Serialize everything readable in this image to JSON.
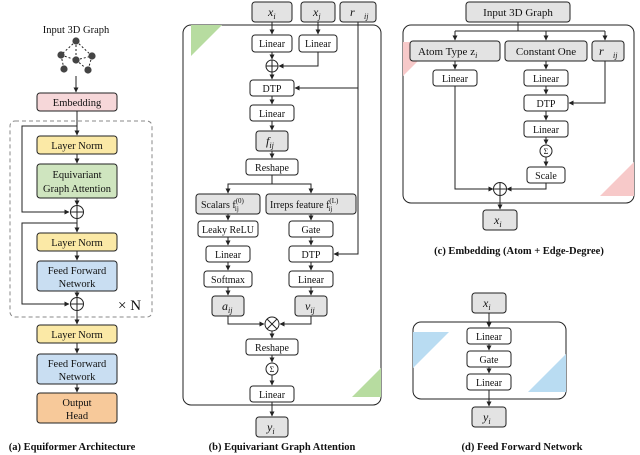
{
  "colors": {
    "embedding": "#f6d7d9",
    "layer_norm": "#fbe9a6",
    "attention": "#cfe5bf",
    "feed_forward": "#c9def2",
    "output_head": "#f7c99a",
    "gray_box": "#e3e3e3",
    "corner_green": "#b7dca0",
    "corner_pink": "#f7c9c9",
    "corner_blue": "#b9dcf2"
  },
  "panel_a": {
    "input": "Input 3D Graph",
    "embedding": "Embedding",
    "layer_norm_1": "Layer Norm",
    "attention_line1": "Equivariant",
    "attention_line2": "Graph Attention",
    "layer_norm_2": "Layer Norm",
    "ffn_line1": "Feed Forward",
    "ffn_line2": "Network",
    "repeat_label": "× N",
    "layer_norm_3": "Layer Norm",
    "ffn2_line1": "Feed Forward",
    "ffn2_line2": "Network",
    "head_line1": "Output",
    "head_line2": "Head",
    "caption": "(a) Equiformer Architecture"
  },
  "panel_b": {
    "in_xi": "x",
    "in_xi_sub": "i",
    "in_xj": "x",
    "in_xj_sub": "j",
    "in_rij": "r⃗",
    "in_rij_sub": "ij",
    "linear_1": "Linear",
    "linear_2": "Linear",
    "dtp_1": "DTP",
    "linear_3": "Linear",
    "fij": "f",
    "fij_sub": "ij",
    "reshape_1": "Reshape",
    "scalars": "Scalars f",
    "scalars_sup": "(0)",
    "scalars_sub": "ij",
    "irreps": "Irreps feature f",
    "irreps_sup": "(L)",
    "irreps_sub": "ij",
    "leaky_relu": "Leaky ReLU",
    "gate": "Gate",
    "linear_4": "Linear",
    "dtp_2": "DTP",
    "softmax": "Softmax",
    "linear_5": "Linear",
    "aij": "a",
    "aij_sub": "ij",
    "vij": "v",
    "vij_sub": "ij",
    "reshape_2": "Reshape",
    "sum": "Σ",
    "linear_6": "Linear",
    "out_y": "y",
    "out_y_sub": "i",
    "caption": "(b) Equivariant Graph Attention"
  },
  "panel_c": {
    "input": "Input 3D Graph",
    "atom_type": "Atom Type z",
    "atom_type_sub": "i",
    "constant_one": "Constant One",
    "rij": "r⃗",
    "rij_sub": "ij",
    "linear_1": "Linear",
    "linear_2": "Linear",
    "dtp": "DTP",
    "linear_3": "Linear",
    "sum": "Σ",
    "scale": "Scale",
    "out_x": "x",
    "out_x_sub": "i",
    "caption": "(c) Embedding (Atom + Edge-Degree)"
  },
  "panel_d": {
    "in_x": "x",
    "in_x_sub": "i",
    "linear_1": "Linear",
    "gate": "Gate",
    "linear_2": "Linear",
    "out_y": "y",
    "out_y_sub": "i",
    "caption": "(d) Feed Forward Network"
  }
}
